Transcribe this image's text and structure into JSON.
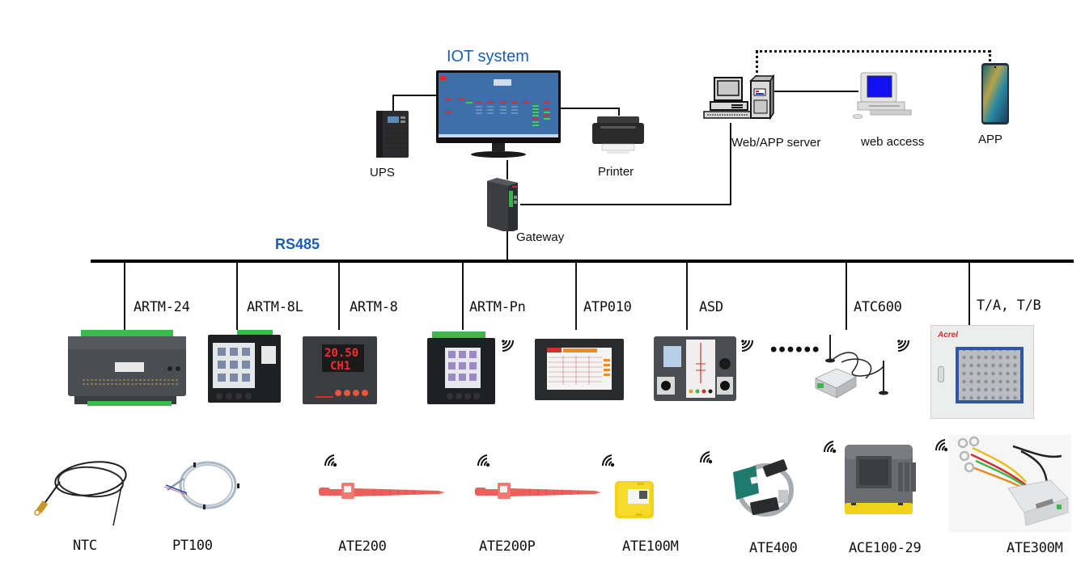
{
  "title": "IOT system",
  "bus_label": "RS485",
  "top_nodes": {
    "ups": "UPS",
    "printer": "Printer",
    "gateway": "Gateway",
    "server": "Web/APP server",
    "web_access": "web access",
    "app": "APP"
  },
  "monitor_screen": {
    "meter_display": "20.50",
    "channel_display": "CH1"
  },
  "bus_devices": [
    {
      "label": "ARTM-24",
      "wireless": false
    },
    {
      "label": "ARTM-8L",
      "wireless": false
    },
    {
      "label": "ARTM-8",
      "wireless": false
    },
    {
      "label": "ARTM-Pn",
      "wireless": true
    },
    {
      "label": "ATP010",
      "wireless": false
    },
    {
      "label": "ASD",
      "wireless": true
    },
    {
      "label": "ATC600",
      "wireless": true
    },
    {
      "label": "T/A, T/B",
      "wireless": false
    }
  ],
  "ellipsis": "••••••",
  "sensors": [
    {
      "label": "NTC",
      "wireless": false
    },
    {
      "label": "PT100",
      "wireless": false
    },
    {
      "label": "ATE200",
      "wireless": true
    },
    {
      "label": "ATE200P",
      "wireless": true
    },
    {
      "label": "ATE100M",
      "wireless": true
    },
    {
      "label": "ATE400",
      "wireless": true
    },
    {
      "label": "ACE100-29",
      "wireless": true
    },
    {
      "label": "ATE300M",
      "wireless": true
    }
  ],
  "cabinet_brand": "Acrel",
  "colors": {
    "title_blue": "#1a5fb4",
    "screen_blue": "#3f6fa8",
    "brand_red": "#d0302a",
    "strap_red": "#e8615a",
    "sensor_yellow": "#f2d21a",
    "device_teal": "#1f7a6e"
  }
}
